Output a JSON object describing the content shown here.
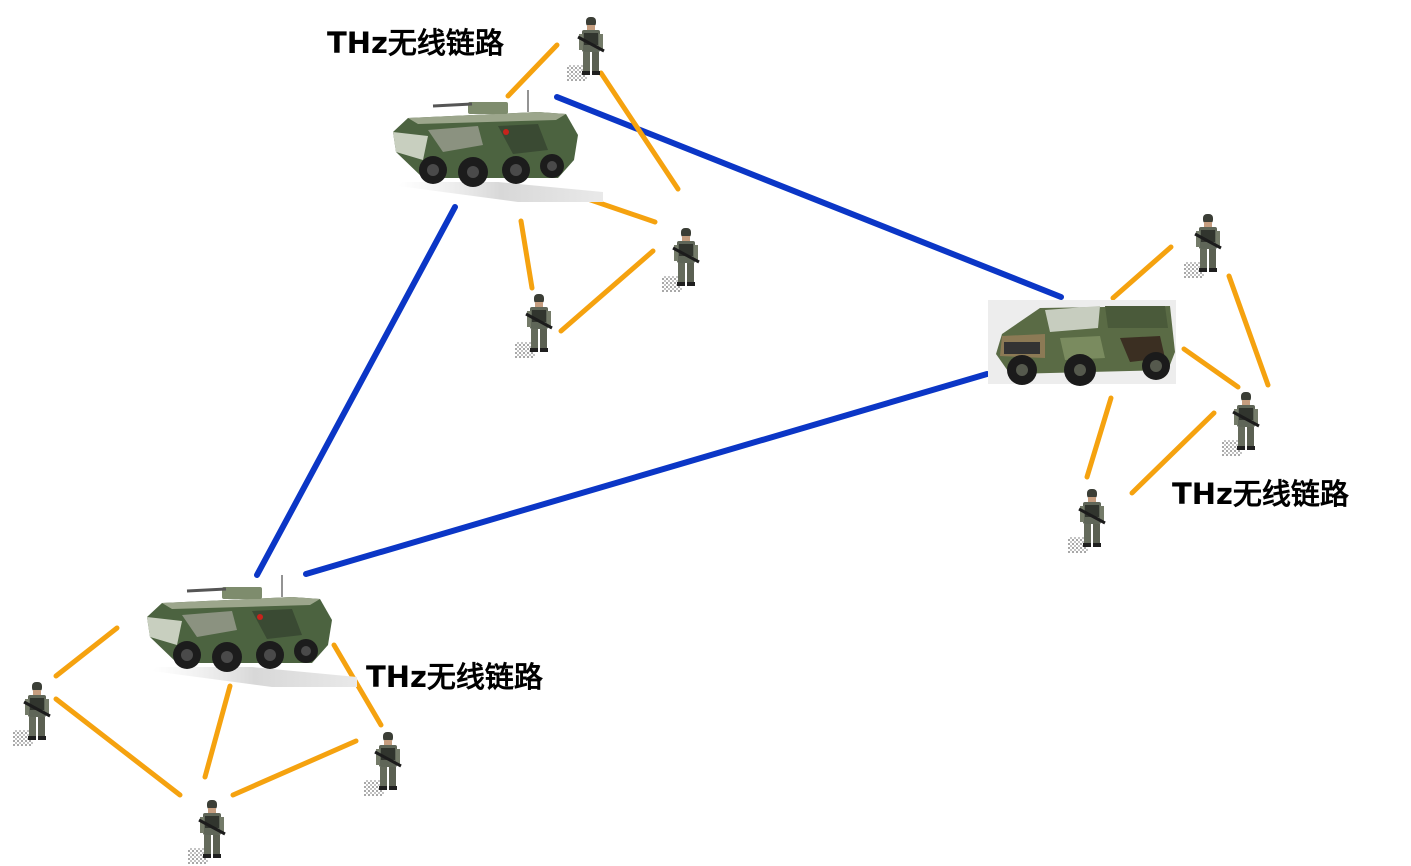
{
  "labels": {
    "top": "THz无线链路",
    "right": "THz无线链路",
    "bottom": "THz无线链路"
  },
  "colors": {
    "backbone_link": "#0b36c6",
    "local_link": "#f5a20f",
    "background": "#ffffff"
  },
  "nodes": {
    "vehicles": [
      "armored-vehicle-top",
      "armored-vehicle-bottom",
      "off-road-vehicle-right"
    ],
    "soldier_count": 9
  },
  "icons": {
    "tracked_vehicle": "armored-personnel-carrier-icon",
    "jeep": "military-jeep-icon",
    "soldier": "soldier-icon"
  }
}
